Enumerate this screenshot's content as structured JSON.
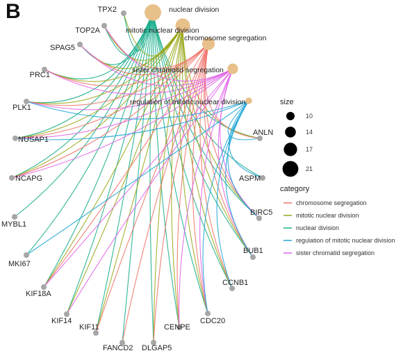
{
  "panel_label": "B",
  "chart_data": {
    "type": "cnetplot",
    "categories": [
      {
        "name": "nuclear division",
        "size": 21,
        "color": "#1aae8c"
      },
      {
        "name": "mitotic nuclear division",
        "size": 19,
        "color": "#9aa81c"
      },
      {
        "name": "chromosome segregation",
        "size": 17,
        "color": "#f0746c"
      },
      {
        "name": "sister chromatid segregation",
        "size": 15,
        "color": "#e066e8"
      },
      {
        "name": "regulation of mitotic nuclear division",
        "size": 11,
        "color": "#22a6d6"
      }
    ],
    "genes": [
      "TPX2",
      "TOP2A",
      "SPAG5",
      "PRC1",
      "PLK1",
      "NUSAP1",
      "NCAPG",
      "MYBL1",
      "MKI67",
      "KIF18A",
      "KIF14",
      "KIF11",
      "FANCD2",
      "DLGAP5",
      "CENPE",
      "CDC20",
      "CCNB1",
      "BUB1",
      "BIRC5",
      "ASPM",
      "ANLN"
    ],
    "edges": [
      [
        "nuclear division",
        "TPX2"
      ],
      [
        "nuclear division",
        "TOP2A"
      ],
      [
        "nuclear division",
        "SPAG5"
      ],
      [
        "nuclear division",
        "PRC1"
      ],
      [
        "nuclear division",
        "PLK1"
      ],
      [
        "nuclear division",
        "NUSAP1"
      ],
      [
        "nuclear division",
        "NCAPG"
      ],
      [
        "nuclear division",
        "MYBL1"
      ],
      [
        "nuclear division",
        "MKI67"
      ],
      [
        "nuclear division",
        "KIF18A"
      ],
      [
        "nuclear division",
        "KIF14"
      ],
      [
        "nuclear division",
        "KIF11"
      ],
      [
        "nuclear division",
        "FANCD2"
      ],
      [
        "nuclear division",
        "DLGAP5"
      ],
      [
        "nuclear division",
        "CENPE"
      ],
      [
        "nuclear division",
        "CDC20"
      ],
      [
        "nuclear division",
        "CCNB1"
      ],
      [
        "nuclear division",
        "BUB1"
      ],
      [
        "nuclear division",
        "BIRC5"
      ],
      [
        "nuclear division",
        "ASPM"
      ],
      [
        "nuclear division",
        "ANLN"
      ],
      [
        "mitotic nuclear division",
        "TPX2"
      ],
      [
        "mitotic nuclear division",
        "TOP2A"
      ],
      [
        "mitotic nuclear division",
        "SPAG5"
      ],
      [
        "mitotic nuclear division",
        "PRC1"
      ],
      [
        "mitotic nuclear division",
        "PLK1"
      ],
      [
        "mitotic nuclear division",
        "NUSAP1"
      ],
      [
        "mitotic nuclear division",
        "NCAPG"
      ],
      [
        "mitotic nuclear division",
        "KIF18A"
      ],
      [
        "mitotic nuclear division",
        "KIF14"
      ],
      [
        "mitotic nuclear division",
        "KIF11"
      ],
      [
        "mitotic nuclear division",
        "DLGAP5"
      ],
      [
        "mitotic nuclear division",
        "CENPE"
      ],
      [
        "mitotic nuclear division",
        "CDC20"
      ],
      [
        "mitotic nuclear division",
        "CCNB1"
      ],
      [
        "mitotic nuclear division",
        "BUB1"
      ],
      [
        "mitotic nuclear division",
        "BIRC5"
      ],
      [
        "mitotic nuclear division",
        "ANLN"
      ],
      [
        "chromosome segregation",
        "TOP2A"
      ],
      [
        "chromosome segregation",
        "SPAG5"
      ],
      [
        "chromosome segregation",
        "PRC1"
      ],
      [
        "chromosome segregation",
        "PLK1"
      ],
      [
        "chromosome segregation",
        "NUSAP1"
      ],
      [
        "chromosome segregation",
        "NCAPG"
      ],
      [
        "chromosome segregation",
        "KIF18A"
      ],
      [
        "chromosome segregation",
        "KIF11"
      ],
      [
        "chromosome segregation",
        "FANCD2"
      ],
      [
        "chromosome segregation",
        "DLGAP5"
      ],
      [
        "chromosome segregation",
        "CENPE"
      ],
      [
        "chromosome segregation",
        "CDC20"
      ],
      [
        "chromosome segregation",
        "CCNB1"
      ],
      [
        "chromosome segregation",
        "BUB1"
      ],
      [
        "chromosome segregation",
        "BIRC5"
      ],
      [
        "chromosome segregation",
        "ANLN"
      ],
      [
        "sister chromatid segregation",
        "TOP2A"
      ],
      [
        "sister chromatid segregation",
        "SPAG5"
      ],
      [
        "sister chromatid segregation",
        "PRC1"
      ],
      [
        "sister chromatid segregation",
        "PLK1"
      ],
      [
        "sister chromatid segregation",
        "NUSAP1"
      ],
      [
        "sister chromatid segregation",
        "NCAPG"
      ],
      [
        "sister chromatid segregation",
        "KIF18A"
      ],
      [
        "sister chromatid segregation",
        "KIF14"
      ],
      [
        "sister chromatid segregation",
        "CENPE"
      ],
      [
        "sister chromatid segregation",
        "CDC20"
      ],
      [
        "sister chromatid segregation",
        "BUB1"
      ],
      [
        "sister chromatid segregation",
        "BIRC5"
      ],
      [
        "regulation of mitotic nuclear division",
        "PLK1"
      ],
      [
        "regulation of mitotic nuclear division",
        "NUSAP1"
      ],
      [
        "regulation of mitotic nuclear division",
        "MKI67"
      ],
      [
        "regulation of mitotic nuclear division",
        "CDC20"
      ],
      [
        "regulation of mitotic nuclear division",
        "CCNB1"
      ],
      [
        "regulation of mitotic nuclear division",
        "BUB1"
      ],
      [
        "regulation of mitotic nuclear division",
        "BIRC5"
      ],
      [
        "regulation of mitotic nuclear division",
        "ASPM"
      ],
      [
        "regulation of mitotic nuclear division",
        "ANLN"
      ]
    ],
    "node_colors": {
      "category": "#e8c08a",
      "gene": "#a6a6a6"
    },
    "legend": {
      "size_title": "size",
      "size_values": [
        10,
        14,
        17,
        21
      ],
      "category_title": "category",
      "category_order": [
        "chromosome segregation",
        "mitotic nuclear division",
        "nuclear division",
        "regulation of mitotic nuclear division",
        "sister chromatid segregation"
      ],
      "position": "right"
    }
  }
}
